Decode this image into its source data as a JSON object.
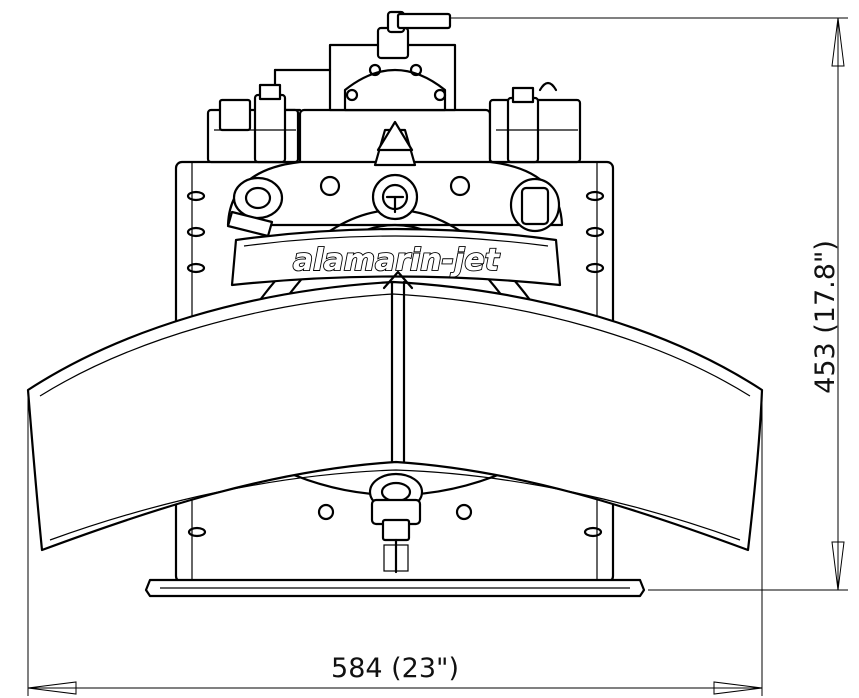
{
  "brand": {
    "logo_text": "alamarin-jet"
  },
  "dimensions": {
    "width_label": "584 (23\")",
    "height_label": "453 (17.8\")"
  },
  "colors": {
    "line": "#000000",
    "background": "#ffffff"
  }
}
